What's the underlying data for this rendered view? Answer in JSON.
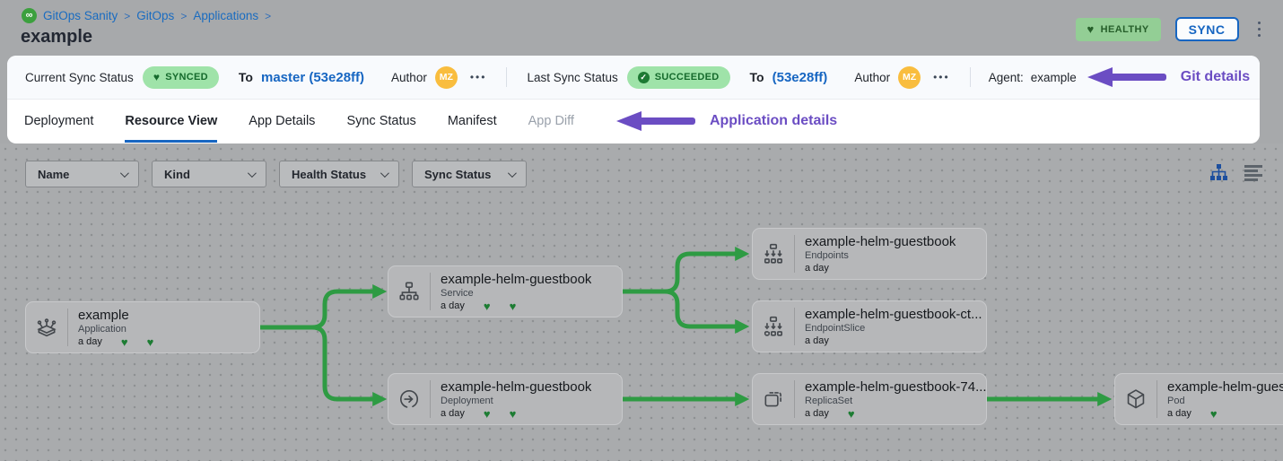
{
  "breadcrumb": {
    "items": [
      "GitOps Sanity",
      "GitOps",
      "Applications"
    ],
    "separator": ">"
  },
  "page_title": "example",
  "header": {
    "health_badge": "HEALTHY",
    "sync_button": "SYNC"
  },
  "status_bar": {
    "current_label": "Current Sync Status",
    "current_badge": "SYNCED",
    "current_to_label": "To",
    "current_target": "master (53e28ff)",
    "current_author_label": "Author",
    "current_author_initials": "MZ",
    "last_label": "Last Sync Status",
    "last_badge": "SUCCEEDED",
    "last_to_label": "To",
    "last_target": "(53e28ff)",
    "last_author_label": "Author",
    "last_author_initials": "MZ",
    "agent_label": "Agent:",
    "agent_value": "example",
    "annotation": "Git details"
  },
  "tabs": {
    "items": [
      "Deployment",
      "Resource View",
      "App Details",
      "Sync Status",
      "Manifest",
      "App Diff"
    ],
    "active": "Resource View",
    "annotation": "Application details"
  },
  "filters": {
    "items": [
      "Name",
      "Kind",
      "Health Status",
      "Sync Status"
    ]
  },
  "tree": {
    "nodes": [
      {
        "title": "example",
        "kind": "Application",
        "age": "a day",
        "hearts": 2
      },
      {
        "title": "example-helm-guestbook",
        "kind": "Service",
        "age": "a day",
        "hearts": 2
      },
      {
        "title": "example-helm-guestbook",
        "kind": "Deployment",
        "age": "a day",
        "hearts": 2
      },
      {
        "title": "example-helm-guestbook",
        "kind": "Endpoints",
        "age": "a day",
        "hearts": 0
      },
      {
        "title": "example-helm-guestbook-ct...",
        "kind": "EndpointSlice",
        "age": "a day",
        "hearts": 0
      },
      {
        "title": "example-helm-guestbook-74...",
        "kind": "ReplicaSet",
        "age": "a day",
        "hearts": 1
      },
      {
        "title": "example-helm-guest",
        "kind": "Pod",
        "age": "a day",
        "hearts": 1
      }
    ]
  },
  "icons": {
    "heart": "♥",
    "more": "•••",
    "logo": "∞",
    "check": "✓"
  },
  "colors": {
    "accent_blue": "#1766c2",
    "annotation_purple": "#6b4dc3",
    "edge_green": "#2e9b43",
    "badge_green": "#9fe3a9",
    "avatar_orange": "#f9bd3e"
  }
}
